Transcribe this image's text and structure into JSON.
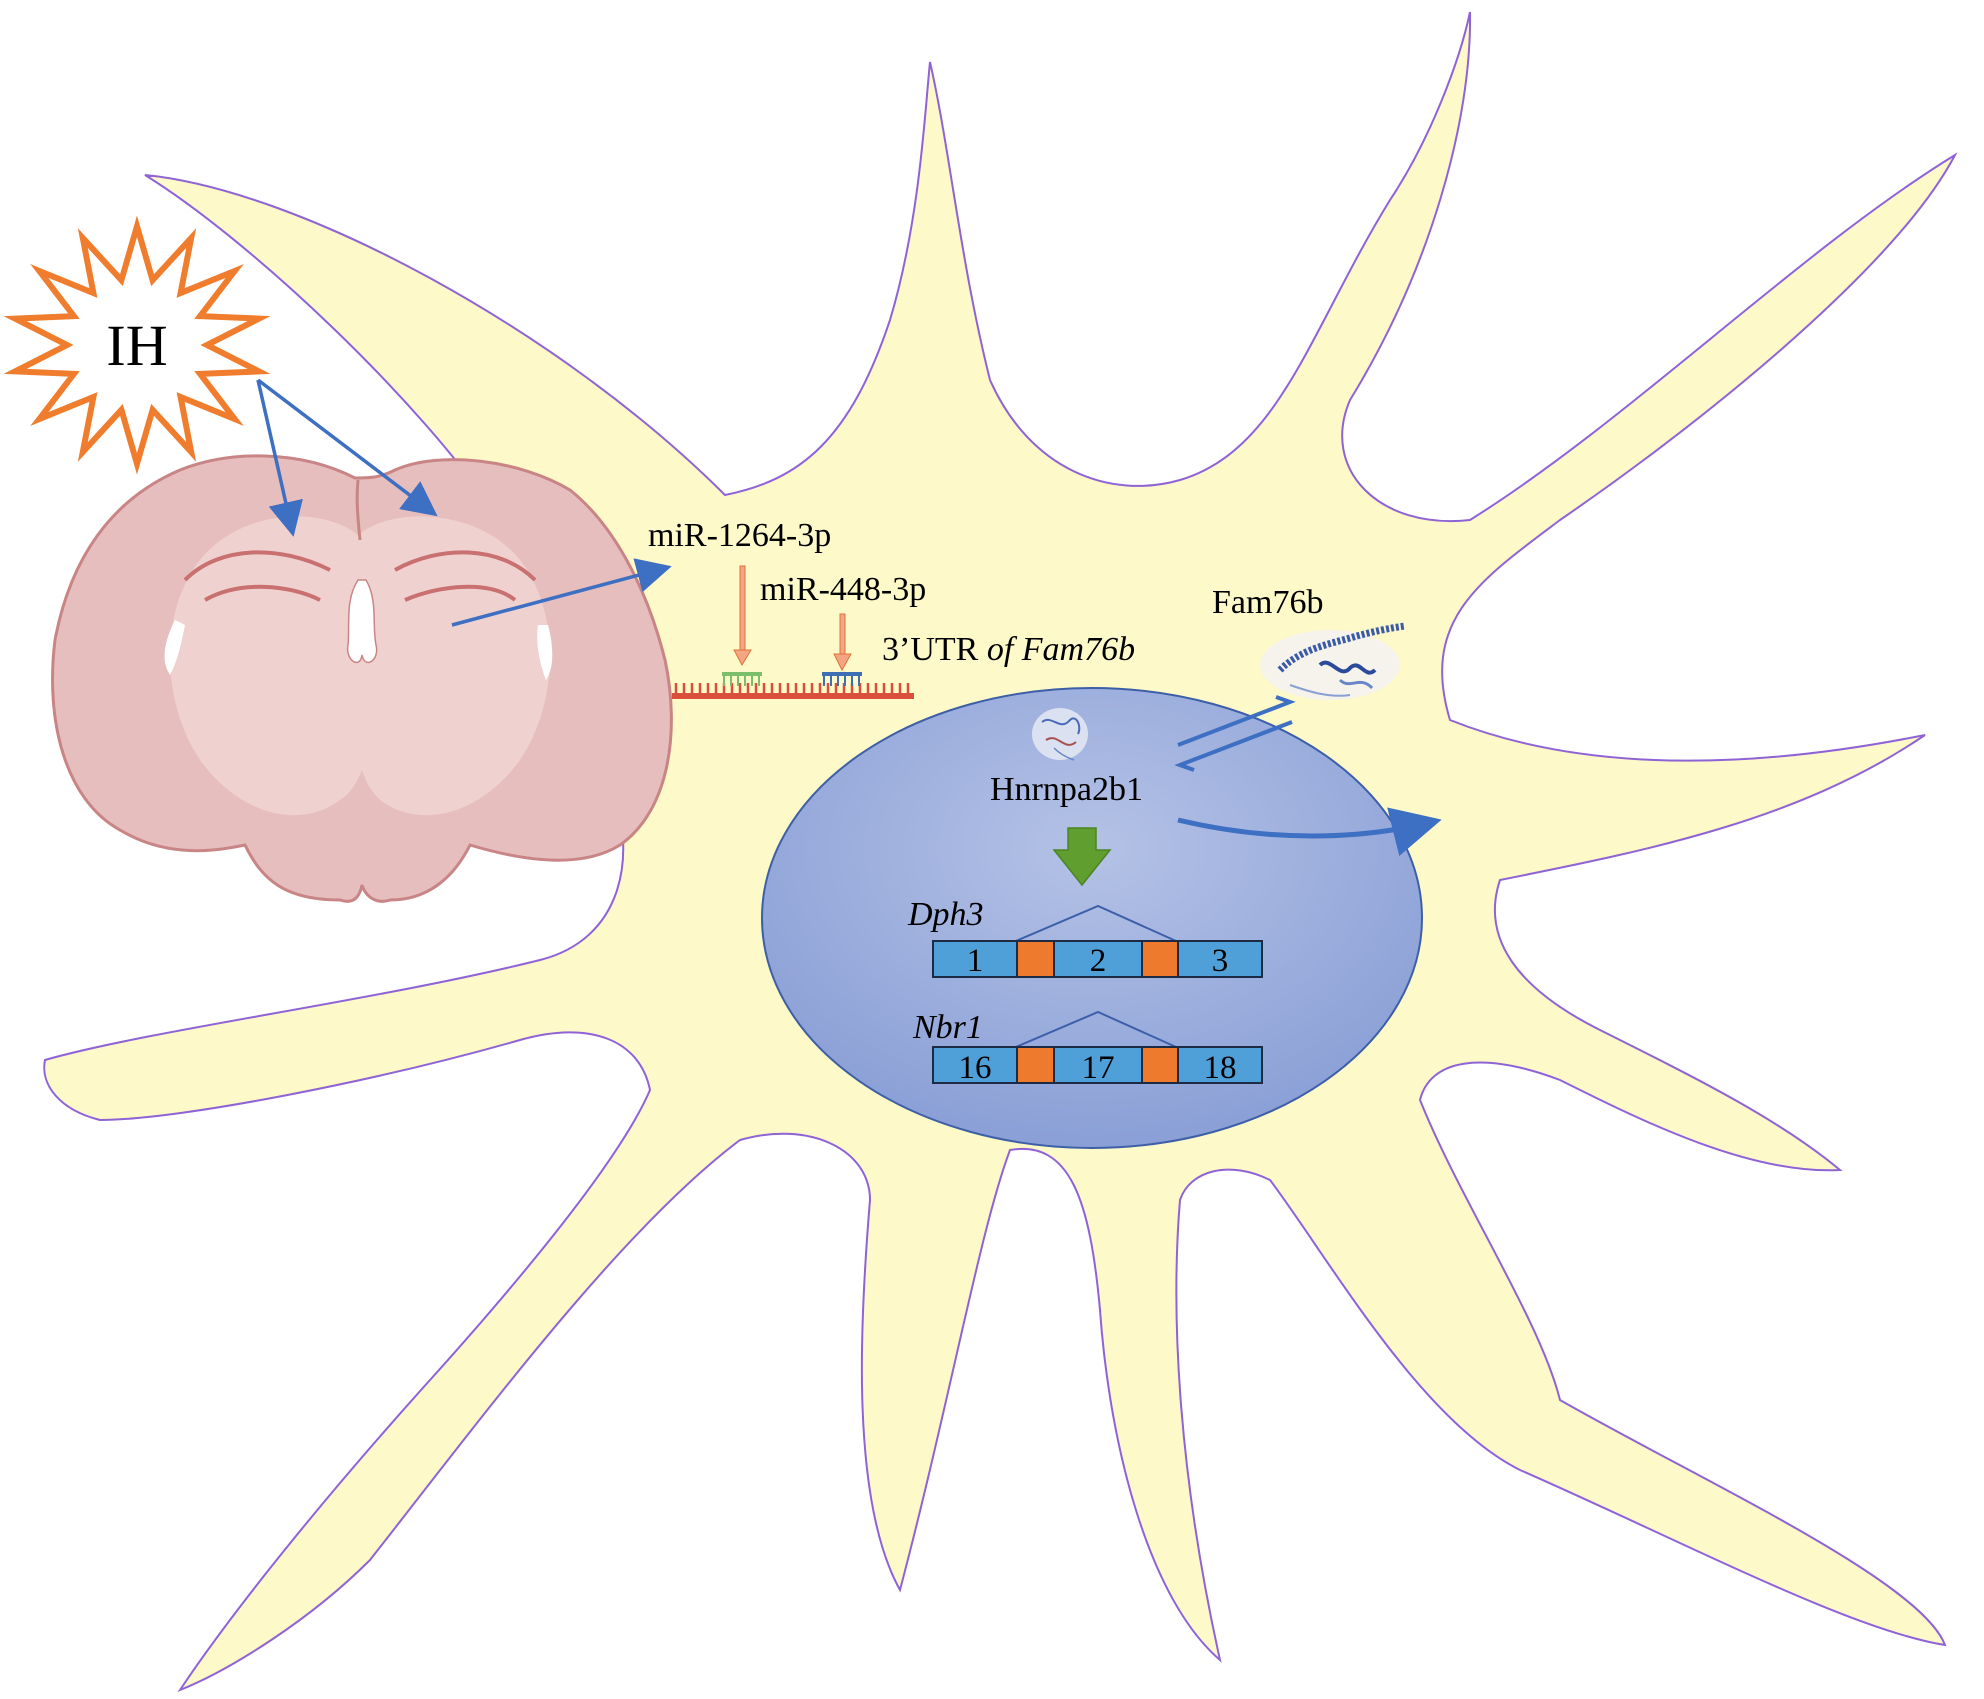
{
  "stimulus": {
    "label": "IH"
  },
  "mirnas": [
    {
      "name": "miR-1264-3p",
      "color": "#7bbf6a"
    },
    {
      "name": "miR-448-3p",
      "color": "#3e6fb5"
    }
  ],
  "utr": {
    "prefix": "3’UTR ",
    "gene": "of Fam76b",
    "color": "#d94f3a"
  },
  "protein_fam76b": {
    "label": "Fam76b"
  },
  "protein_hnrnpa2b1": {
    "label": "Hnrnpa2b1"
  },
  "genes": [
    {
      "name": "Dph3",
      "exons": [
        "1",
        "2",
        "3"
      ]
    },
    {
      "name": "Nbr1",
      "exons": [
        "16",
        "17",
        "18"
      ]
    }
  ],
  "colors": {
    "cell_fill": "#fdf9c8",
    "cell_outline": "#8f63d6",
    "nucleus_fill": "#8fa4d8",
    "nucleus_outline": "#3d5fa8",
    "arrow_blue": "#3d6fc2",
    "starburst": "#ef7d2d",
    "brain_fill": "#e6bebe",
    "brain_inner": "#efd2d0",
    "brain_outline": "#c98585",
    "mirna_arrow": "#f4a682",
    "exon_fill": "#4f9fd8",
    "intron_fill": "#ee7a2e",
    "green_arrow": "#5f9e2f"
  }
}
